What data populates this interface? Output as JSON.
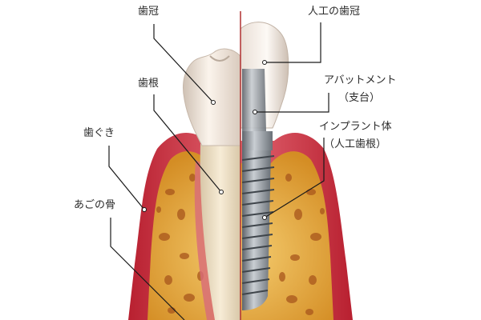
{
  "labels": {
    "crown": "歯冠",
    "root": "歯根",
    "gum": "歯ぐき",
    "jawbone": "あごの骨",
    "artificial_crown": "人工の歯冠",
    "abutment": "アバットメント",
    "abutment_sub": "（支台）",
    "implant": "インプラント体",
    "implant_sub": "（人工歯根）"
  },
  "colors": {
    "gum": "#c8323c",
    "gum_light": "#e8808a",
    "bone": "#d99a2e",
    "bone_light": "#f3c96a",
    "bone_pore": "#a8561c",
    "tooth": "#f1e6dc",
    "implant_metal": "#8f959c",
    "divider": "#b03030",
    "leader": "#1a1a1a"
  }
}
